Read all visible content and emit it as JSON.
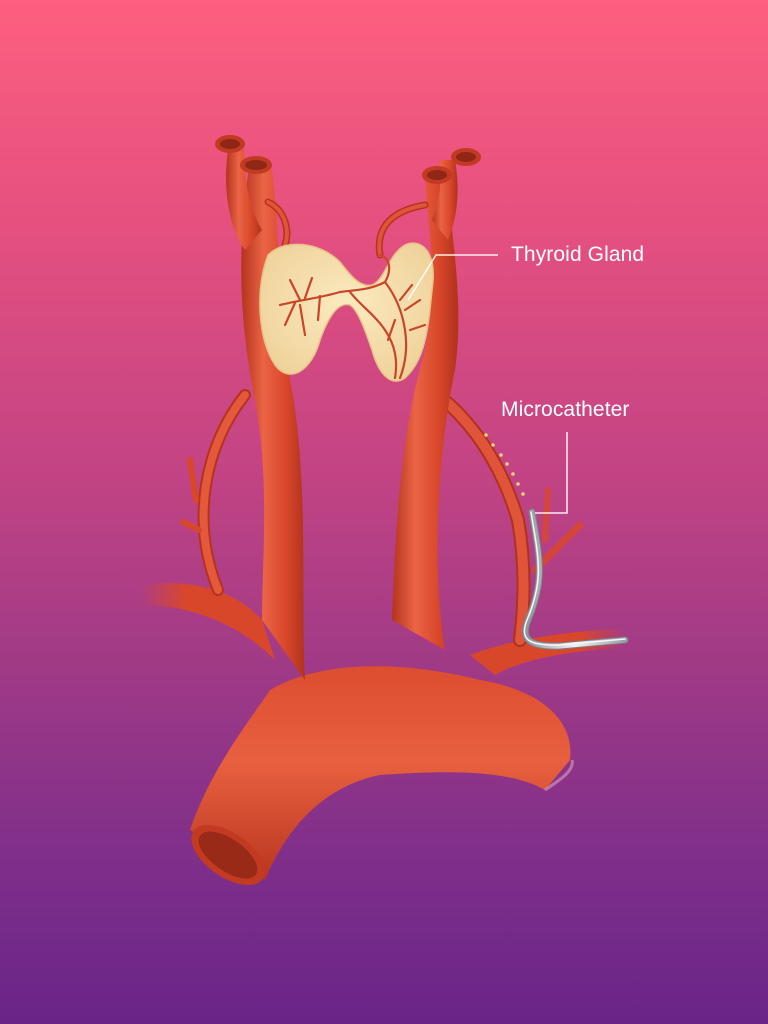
{
  "figure": {
    "type": "anatomical illustration",
    "subject": "Thyroid gland blood supply with microcatheter access via arterial branch",
    "background": {
      "top_color": "#fd5f7f",
      "bottom_color": "#692488"
    },
    "colors": {
      "artery": "#d9472a",
      "artery_highlight": "#ec6a4a",
      "artery_shadow": "#b0321d",
      "thyroid": "#f7e2b0",
      "thyroid_vessel": "#c8452a",
      "catheter": "#c9ccd2",
      "catheter_marker": "#f4d27a",
      "leader_line": "#ffffff"
    }
  },
  "labels": {
    "thyroid_gland": "Thyroid Gland",
    "microcatheter": "Microcatheter"
  }
}
